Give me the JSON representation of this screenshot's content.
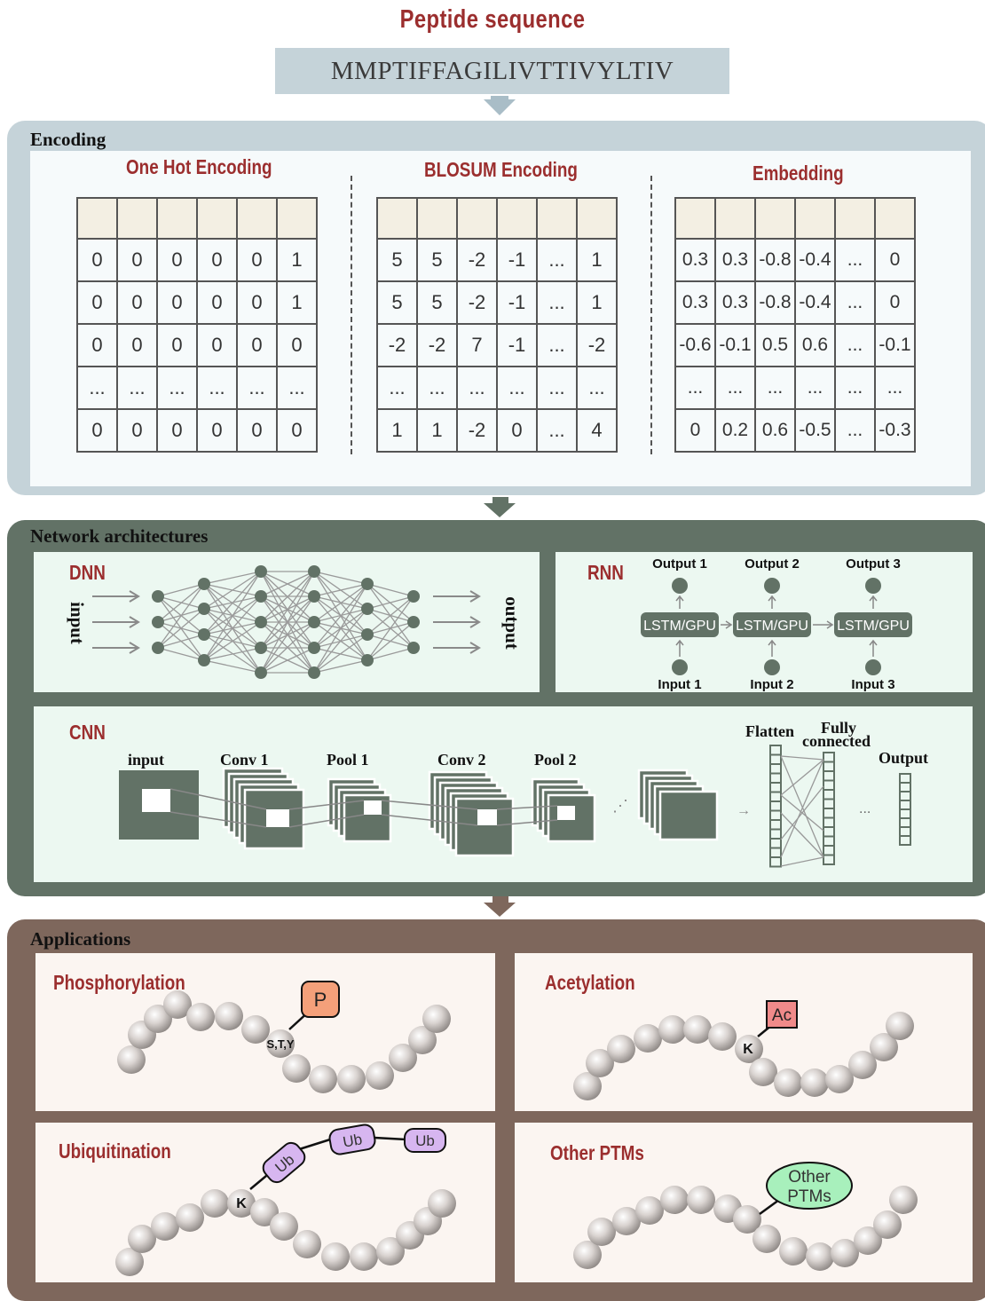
{
  "title": "Peptide sequence",
  "sequence": "MMPTIFFAGILIVTTIVYLTIV",
  "encoding": {
    "label": "Encoding",
    "one_hot": {
      "title": "One Hot Encoding",
      "rows": [
        [
          "0",
          "0",
          "0",
          "0",
          "0",
          "1"
        ],
        [
          "0",
          "0",
          "0",
          "0",
          "0",
          "1"
        ],
        [
          "0",
          "0",
          "0",
          "0",
          "0",
          "0"
        ],
        [
          "...",
          "...",
          "...",
          "...",
          "...",
          "..."
        ],
        [
          "0",
          "0",
          "0",
          "0",
          "0",
          "0"
        ]
      ]
    },
    "blosum": {
      "title": "BLOSUM Encoding",
      "rows": [
        [
          "5",
          "5",
          "-2",
          "-1",
          "...",
          "1"
        ],
        [
          "5",
          "5",
          "-2",
          "-1",
          "...",
          "1"
        ],
        [
          "-2",
          "-2",
          "7",
          "-1",
          "...",
          "-2"
        ],
        [
          "...",
          "...",
          "...",
          "...",
          "...",
          "..."
        ],
        [
          "1",
          "1",
          "-2",
          "0",
          "...",
          "4"
        ]
      ]
    },
    "embedding": {
      "title": "Embedding",
      "rows": [
        [
          "0.3",
          "0.3",
          "-0.8",
          "-0.4",
          "...",
          "0"
        ],
        [
          "0.3",
          "0.3",
          "-0.8",
          "-0.4",
          "...",
          "0"
        ],
        [
          "-0.6",
          "-0.1",
          "0.5",
          "0.6",
          "...",
          "-0.1"
        ],
        [
          "...",
          "...",
          "...",
          "...",
          "...",
          "..."
        ],
        [
          "0",
          "0.2",
          "0.6",
          "-0.5",
          "...",
          "-0.3"
        ]
      ]
    }
  },
  "network": {
    "label": "Network architectures",
    "dnn": {
      "title": "DNN",
      "input": "input",
      "output": "output"
    },
    "rnn": {
      "title": "RNN",
      "cell": "LSTM/GPU",
      "outputs": [
        "Output 1",
        "Output 2",
        "Output 3"
      ],
      "inputs": [
        "Input 1",
        "Input 2",
        "Input 3"
      ]
    },
    "cnn": {
      "title": "CNN",
      "labels": {
        "input": "input",
        "conv1": "Conv 1",
        "pool1": "Pool 1",
        "conv2": "Conv 2",
        "pool2": "Pool 2",
        "flatten": "Flatten",
        "fully1": "Fully",
        "fully2": "connected",
        "output": "Output"
      }
    }
  },
  "applications": {
    "label": "Applications",
    "items": [
      {
        "title": "Phosphorylation",
        "site": "S,T,Y",
        "mod": "P",
        "mod_color": "#f4a07a"
      },
      {
        "title": "Acetylation",
        "site": "K",
        "mod": "Ac",
        "mod_color": "#f08a8a"
      },
      {
        "title": "Ubiquitination",
        "site": "K",
        "mod": "Ub",
        "mod_color": "#d7b6f0"
      },
      {
        "title": "Other PTMs",
        "site": "",
        "mod": "Other PTMs",
        "mod_lines": [
          "Other",
          "PTMs"
        ],
        "mod_color": "#a8f0bc"
      }
    ]
  },
  "colors": {
    "title_red": "#9b2e2e",
    "encoding_panel": "#c5d3d9",
    "network_panel": "#627266",
    "applications_panel": "#7e675c"
  }
}
